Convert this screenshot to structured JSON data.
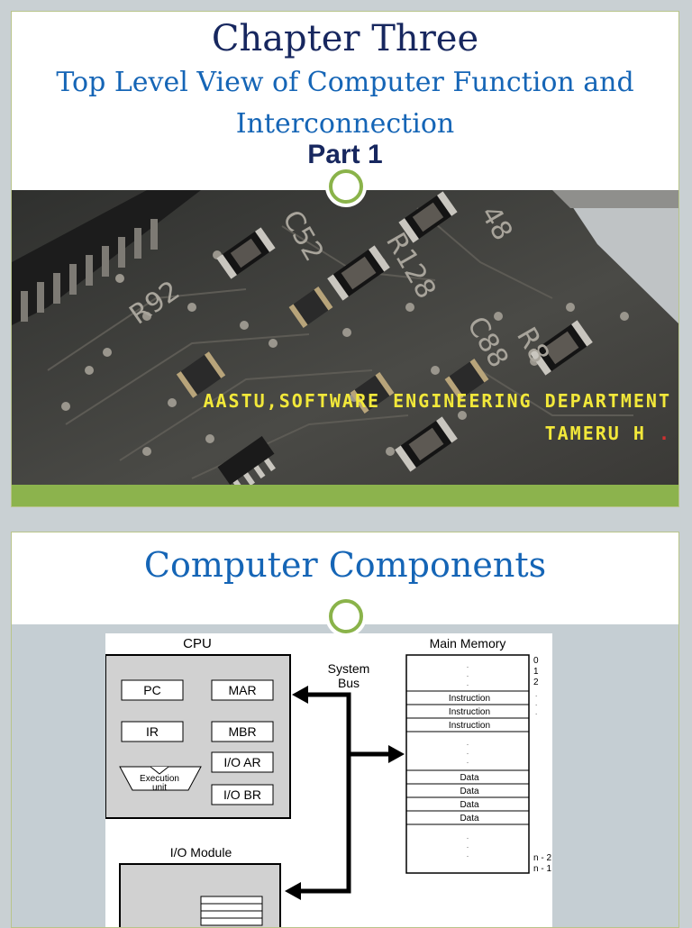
{
  "slide1": {
    "title": "Chapter Three",
    "subtitle_line1": "Top Level View of Computer Function and",
    "subtitle_line2": "Interconnection",
    "part": "Part 1",
    "department": "AASTU,SOFTWARE ENGINEERING DEPARTMENT",
    "author": "TAMERU H",
    "author_dot": ".",
    "board_labels": [
      "R92",
      "C52",
      "R128",
      "C88",
      "R8",
      "48"
    ]
  },
  "slide2": {
    "title": "Computer Components",
    "diagram": {
      "cpu_label": "CPU",
      "registers": [
        "PC",
        "MAR",
        "IR",
        "MBR",
        "I/O AR",
        "I/O BR"
      ],
      "execution_unit": [
        "Execution",
        "unit"
      ],
      "bus_label": [
        "System",
        "Bus"
      ],
      "memory_label": "Main Memory",
      "memory_rows": [
        "Instruction",
        "Instruction",
        "Instruction",
        "Data",
        "Data",
        "Data",
        "Data"
      ],
      "memory_addresses": [
        "0",
        "1",
        "2",
        "n - 2",
        "n - 1"
      ],
      "io_label": "I/O Module"
    }
  },
  "colors": {
    "title_dark": "#17275f",
    "title_blue": "#1565b6",
    "accent_green": "#8cb34d",
    "author_yellow": "#f2e83a"
  }
}
